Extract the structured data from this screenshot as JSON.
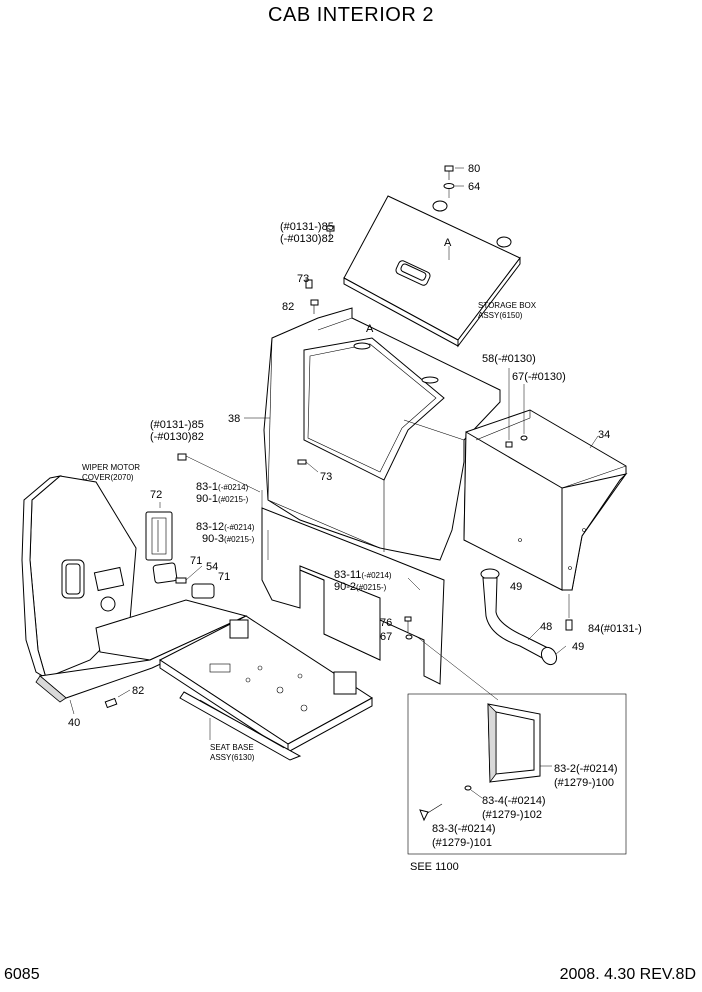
{
  "header": {
    "title": "CAB INTERIOR 2"
  },
  "footer": {
    "page_number": "6085",
    "revision": "2008. 4.30  REV.8D"
  },
  "labels": {
    "p80": "80",
    "p64": "64",
    "p85a_1": "(#0131-)85",
    "p85a_2": "(-#0130)82",
    "pA_top": "A",
    "p73a": "73",
    "p82a": "82",
    "pA_mid": "A",
    "storage_1": "STORAGE BOX",
    "storage_2": "ASSY(6150)",
    "p58": "58(-#0130)",
    "p67a": "67(-#0130)",
    "p38": "38",
    "p85b_1": "(#0131-)85",
    "p85b_2": "(-#0130)82",
    "p34": "34",
    "p73b": "73",
    "wiper_1": "WIPER MOTOR",
    "wiper_2": "COVER(2070)",
    "p83_1": "83-1",
    "p83_1s": "(-#0214)",
    "p90_1": "90-1",
    "p90_1s": "(#0215-)",
    "p72": "72",
    "p83_12": "83-12",
    "p83_12s": "(-#0214)",
    "p90_3": "90-3",
    "p90_3s": "(#0215-)",
    "p71a": "71",
    "p54": "54",
    "p71b": "71",
    "p83_11": "83-11",
    "p83_11s": "(-#0214)",
    "p90_2": "90-2",
    "p90_2s": "(#0215-)",
    "p49a": "49",
    "p48": "48",
    "p84": "84(#0131-)",
    "p49b": "49",
    "p76": "76",
    "p67b": "67",
    "p82b": "82",
    "p40": "40",
    "seatbase_1": "SEAT BASE",
    "seatbase_2": "ASSY(6130)",
    "p83_2_1": "83-2(-#0214)",
    "p83_2_2": "(#1279-)100",
    "p83_4_1": "83-4(-#0214)",
    "p83_4_2": "(#1279-)102",
    "p83_3_1": "83-3(-#0214)",
    "p83_3_2": "(#1279-)101",
    "see": "SEE 1100"
  }
}
